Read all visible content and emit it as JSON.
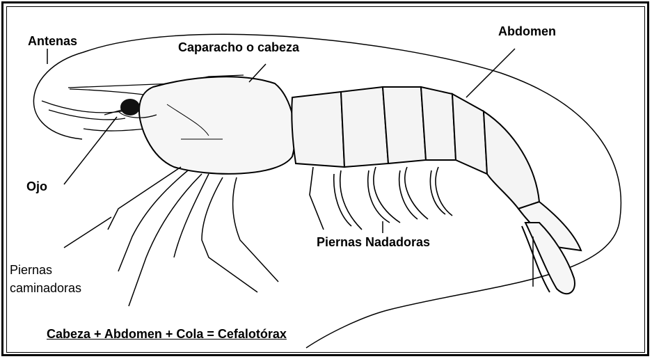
{
  "labels": {
    "antenas": "Antenas",
    "caparacho": "Caparacho o cabeza",
    "abdomen": "Abdomen",
    "ojo": "Ojo",
    "piernas_nadadoras": "Piernas Nadadoras",
    "piernas_caminadoras_1": "Piernas",
    "piernas_caminadoras_2": "caminadoras",
    "formula": "Cabeza + Abdomen + Cola = Cefalotórax"
  },
  "colors": {
    "ink": "#000000",
    "background": "#ffffff"
  }
}
